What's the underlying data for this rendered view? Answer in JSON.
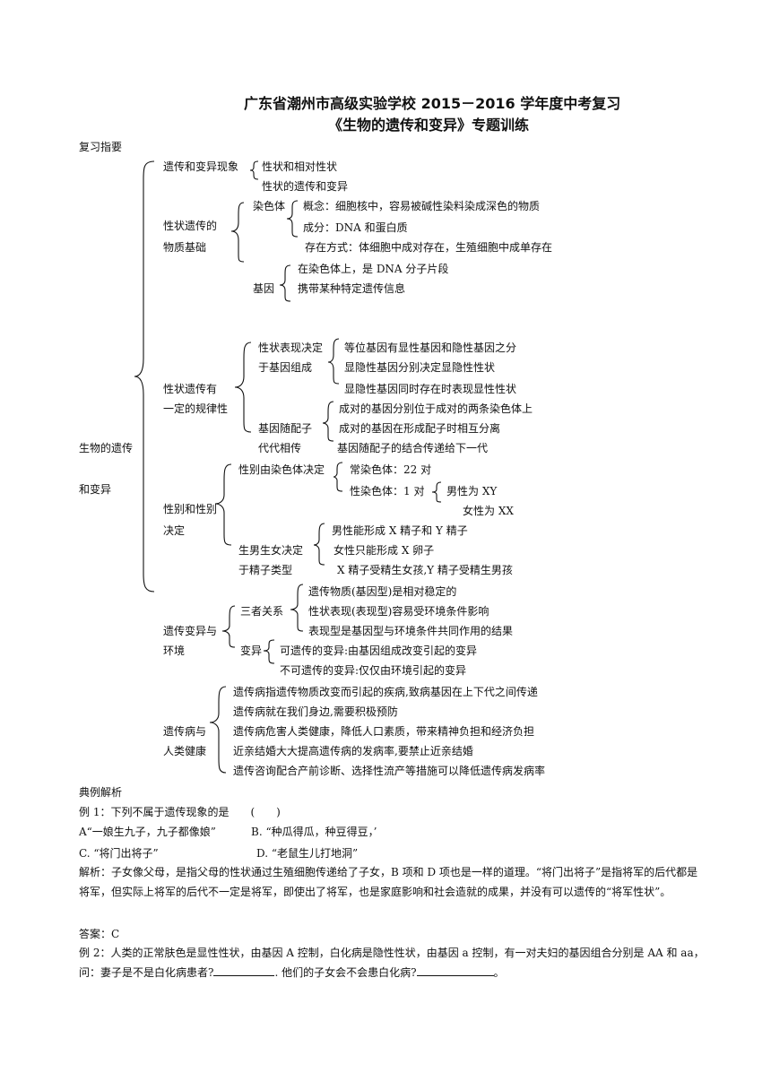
{
  "header": {
    "title1": "广东省潮州市高级实验学校 2015－2016 学年度中考复习",
    "title2": "《生物的遗传和变异》专题训练"
  },
  "section_review": "复习指要",
  "tree": {
    "root1": "生物的遗传",
    "root2": "和变异",
    "a_label": "遗传和变异现象",
    "a_items": [
      "性状和相对性状",
      "性状的遗传和变异"
    ],
    "b_label1": "性状遗传的",
    "b_label2": "物质基础",
    "b_chromosome": "染色体",
    "b_chrom_items": [
      "概念：细胞核中，容易被碱性染料染成深色的物质",
      "成分：DNA 和蛋白质",
      "存在方式：体细胞中成对存在，生殖细胞中成单存在"
    ],
    "b_gene": "基因",
    "b_gene_items": [
      "在染色体上，是 DNA 分子片段",
      "携带某种特定遗传信息"
    ],
    "c_label1": "性状遗传有",
    "c_label2": "一定的规律性",
    "c_sub1a": "性状表现决定",
    "c_sub1b": "于基因组成",
    "c_sub1_items": [
      "等位基因有显性基因和隐性基因之分",
      "显隐性基因分别决定显隐性性状",
      "显隐性基因同时存在时表现显性性状"
    ],
    "c_sub2a": "基因随配子",
    "c_sub2b": "代代相传",
    "c_sub2_items": [
      "成对的基因分别位于成对的两条染色体上",
      "成对的基因在形成配子时相互分离",
      "基因随配子的结合传递给下一代"
    ],
    "d_label1": "性别和性别",
    "d_label2": "决定",
    "d_sub1": "性别由染色体决定",
    "d_auto": "常染色体：22 对",
    "d_sex": "性染色体：1 对",
    "d_male": "男性为 XY",
    "d_female": "女性为 XX",
    "d_sub2a": "生男生女决定",
    "d_sub2b": "于精子类型",
    "d_sub2_items": [
      "男性能形成 X 精子和 Y 精子",
      "女性只能形成 X 卵子",
      "X 精子受精生女孩,Y 精子受精生男孩"
    ],
    "e_label1": "遗传变异与",
    "e_label2": "环境",
    "e_three": "三者关系",
    "e_three_items": [
      "遗传物质(基因型)是相对稳定的",
      "性状表现(表现型)容易受环境条件影响",
      "表现型是基因型与环境条件共同作用的结果"
    ],
    "e_var": "变异",
    "e_var_items": [
      "可遗传的变异:由基因组成改变引起的变异",
      "不可遗传的变异:仅仅由环境引起的变异"
    ],
    "f_label1": "遗传病与",
    "f_label2": "人类健康",
    "f_items": [
      "遗传病指遗传物质改变而引起的疾病,致病基因在上下代之间传递",
      "遗传病就在我们身边,需要积极预防",
      "遗传病危害人类健康，降低人口素质，带来精神负担和经济负担",
      "近亲结婚大大提高遗传病的发病率,要禁止近亲结婚",
      "遗传咨询配合产前诊断、选择性流产等措施可以降低遗传病发病率"
    ]
  },
  "section_examples": "典例解析",
  "ex1": {
    "question": "例 1：下列不属于遗传现象的是　　(　　)",
    "optA": "A“一娘生九子，九子都像娘”",
    "optB": "B. “种瓜得瓜，种豆得豆，’",
    "optC": "C. “将门出将子”",
    "optD": "D. “老鼠生儿打地洞”",
    "analysis": "解析：子女像父母，是指父母的性状通过生殖细胞传递给了子女，B 项和 D 项也是一样的道理。“将门出将子”是指将军的后代都是将军，但实际上将军的后代不一定是将军，即使出了将军，也是家庭影响和社会造就的成果，并没有可以遗传的“将军性状”。",
    "answer": "答案：C"
  },
  "ex2": {
    "part1": "例 2：人类的正常肤色是显性性状，由基因 A 控制，白化病是隐性性状，由基因 a 控制，有一对夫妇的基因组合分别是 AA 和 aa，问：妻子是不是白化病患者?",
    "part2": ". 他们的子女会不会患白化病?",
    "part3": "。"
  }
}
